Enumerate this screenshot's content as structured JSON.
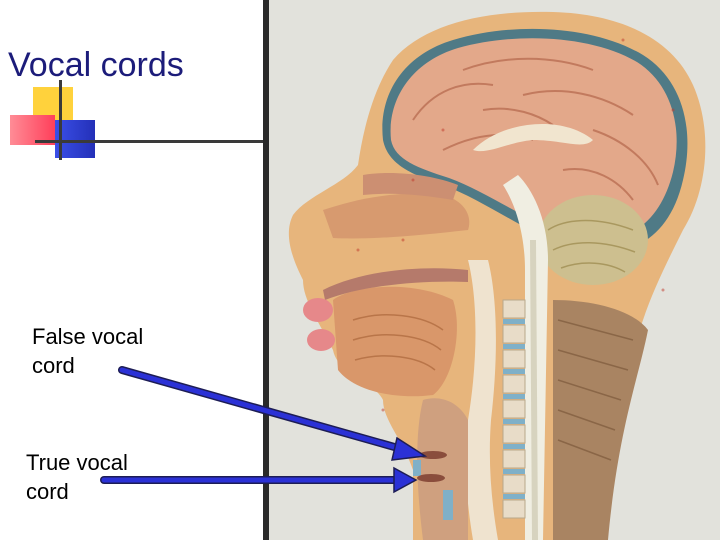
{
  "slide": {
    "title": "Vocal cords",
    "labels": {
      "false_cord": "False vocal cord",
      "true_cord": "True vocal cord"
    }
  },
  "image": {
    "subject": "sagittal section head model",
    "colors": {
      "background": "#e2e2dc",
      "brain": "#e3a88a",
      "skin": "#e7b57c",
      "arrow": "#2b31d6"
    }
  },
  "decoration": {
    "colors": {
      "yellow": "#ffd23c",
      "pink": "#ff6a7d",
      "blue": "#2c3fe0",
      "line": "#3a3a3a"
    }
  }
}
